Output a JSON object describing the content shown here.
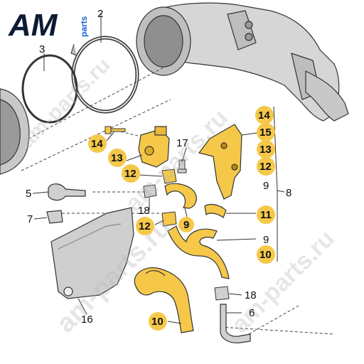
{
  "logo": {
    "mark": "AM",
    "suffix": "parts",
    "colors": {
      "dark": "#0b1b33",
      "accent": "#1e5fd6"
    }
  },
  "watermarks": [
    "am-parts.ru",
    "am-parts.ru",
    "am-parts.ru",
    "am-parts.ru"
  ],
  "colors": {
    "highlight": "#f5c84a",
    "highlight_stroke": "#c79a1e",
    "part_gray": "#cfcfcf",
    "line": "#333333"
  },
  "callouts": {
    "c2": "2",
    "c3": "3",
    "c14a": "14",
    "c13a": "13",
    "c12a": "12",
    "c17": "17",
    "c5": "5",
    "c7": "7",
    "c18a": "18",
    "c12b": "12",
    "c9a": "9",
    "c16": "16",
    "c10a": "10",
    "c14b": "14",
    "c15": "15",
    "c13b": "13",
    "c12c": "12",
    "c9b": "9",
    "c8": "8",
    "c11": "11",
    "c9c": "9",
    "c10b": "10",
    "c18b": "18",
    "c6": "6"
  }
}
